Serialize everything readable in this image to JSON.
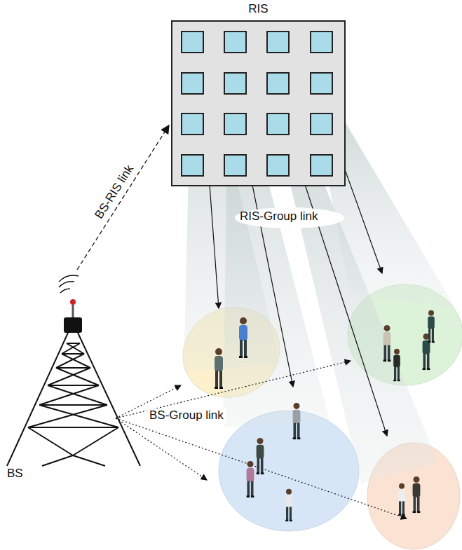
{
  "diagram": {
    "nodes": [
      {
        "text": [
          "RIS"
        ]
      },
      {
        "text": [
          "BS"
        ]
      }
    ],
    "edges": [
      {
        "from": 1,
        "to": 0,
        "arrow": "to",
        "label": "BS-RIS link"
      }
    ],
    "labels": [
      "RIS-Group link",
      "BS-Group link"
    ]
  }
}
